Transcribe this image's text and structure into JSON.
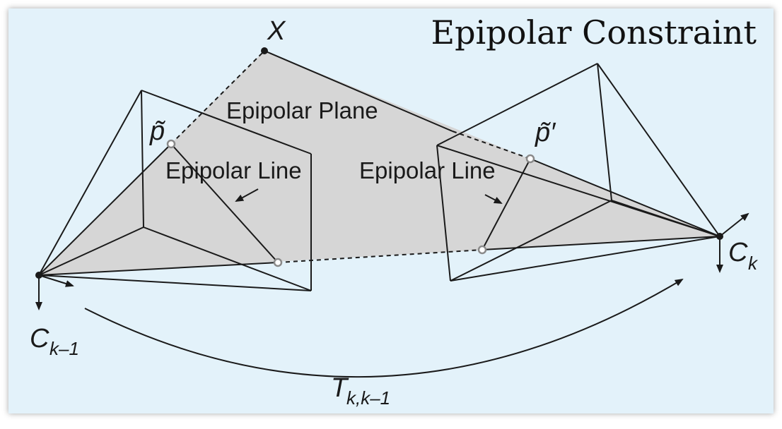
{
  "title": "Epipolar Constraint",
  "labels": {
    "world_point": "X",
    "epipolar_plane": "Epipolar Plane",
    "epipolar_line_left": "Epipolar Line",
    "epipolar_line_right": "Epipolar Line",
    "p_left": "p̃",
    "p_right": "p̃′",
    "cam_prev": "C",
    "cam_prev_sub": "k–1",
    "cam_curr": "C",
    "cam_curr_sub": "k",
    "transform": "T",
    "transform_sub": "k,k–1"
  },
  "colors": {
    "panel_background": "#e3f2fa",
    "plane_fill": "#d6d6d6",
    "lines": "#1a1a1a"
  }
}
